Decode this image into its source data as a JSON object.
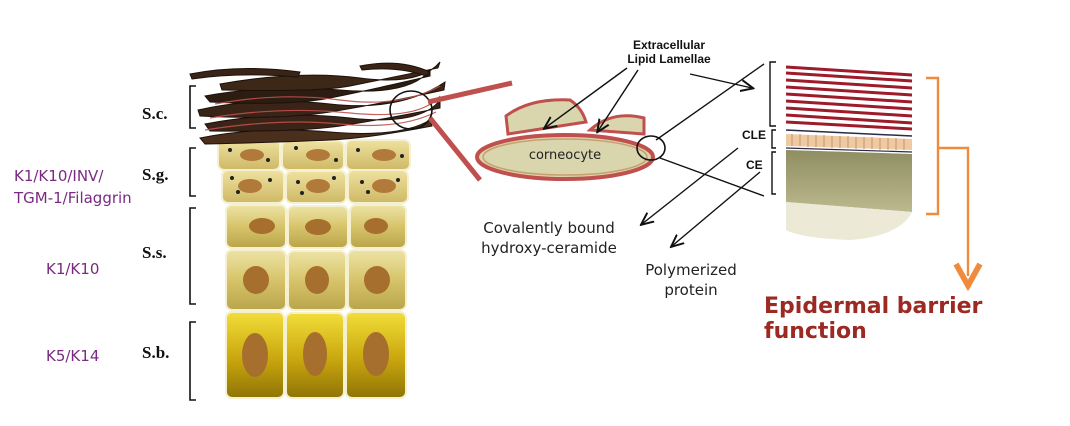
{
  "layers": {
    "sc": "S.c.",
    "sg": "S.g.",
    "ss": "S.s.",
    "sb": "S.b."
  },
  "markers": {
    "sg_line1": "K1/K10/INV/",
    "sg_line2": "TGM-1/Filaggrin",
    "ss": "K1/K10",
    "sb": "K5/K14"
  },
  "zoom_labels": {
    "extracellular_line1": "Extracellular",
    "extracellular_line2": "Lipid Lamellae",
    "corneocyte": "corneocyte",
    "cle": "CLE",
    "ce": "CE",
    "covalent_line1": "Covalently bound",
    "covalent_line2": "hydroxy-ceramide",
    "polymerized_line1": "Polymerized",
    "polymerized_line2": "protein"
  },
  "result": "Epidermal barrier function",
  "colors": {
    "marker_text": "#7a2a82",
    "barrier_text": "#9b2a23",
    "arrow_orange": "#f08a3c",
    "zoom_red": "#c0504d",
    "lamellae_red": "#9e1b2a"
  }
}
